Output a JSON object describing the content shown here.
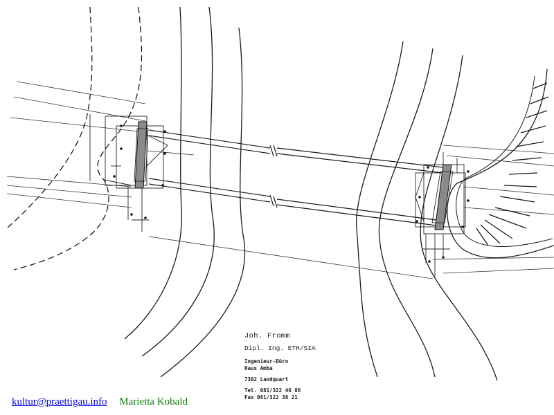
{
  "title_block": {
    "name": "Joh. Fromm",
    "degree": "Dipl. Ing. ETH/SIA",
    "office_line1": "Ingenieur-Büro",
    "office_line2": "Haus Amba",
    "city": "7302 Landquart",
    "tel": "Tel. 081/322 46 86",
    "fax": "Fax 081/322 38 21"
  },
  "footer": {
    "email": "kultur@praettigau.info",
    "author": "Marietta Kobald"
  },
  "colors": {
    "ink": "#1a1a1a",
    "pier_fill": "#8a8a8a",
    "link": "#0000ee",
    "author": "#0a7a0a"
  }
}
